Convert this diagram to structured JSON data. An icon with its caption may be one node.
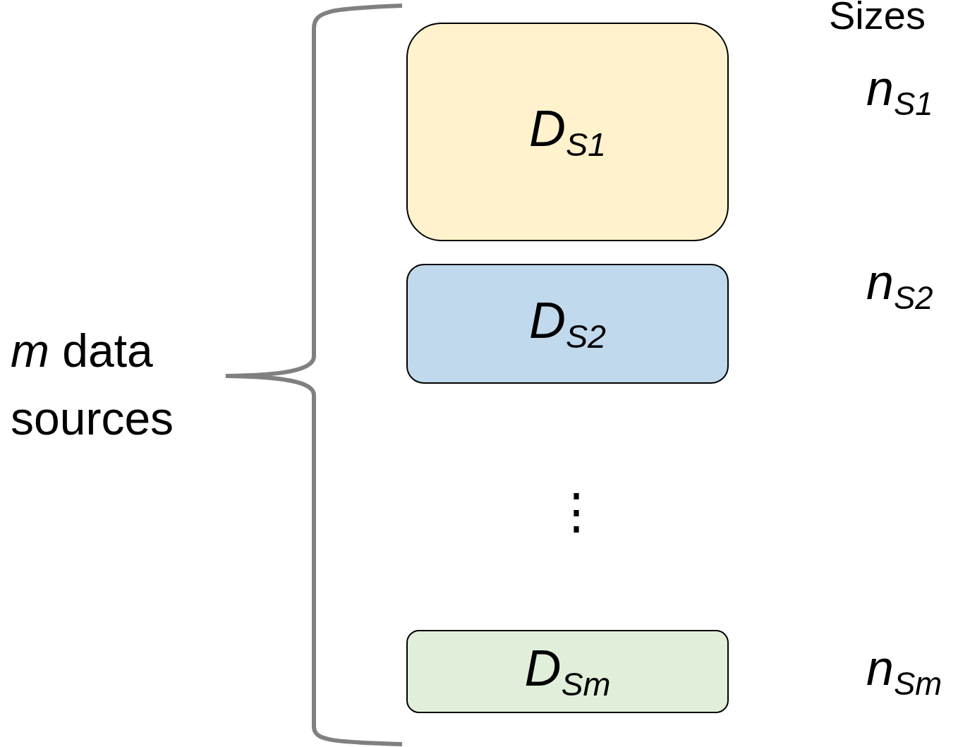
{
  "diagram": {
    "nodes": [
      {
        "text": [
          "D$_{S1}$"
        ]
      },
      {
        "text": [
          "D$_{S2}$"
        ]
      },
      {
        "text": [
          "D$_{Sm}$"
        ]
      }
    ],
    "labels": [
      "Sizes",
      "n$_{S1}$",
      "n$_{S2}$",
      "*m* data sources",
      "⋮",
      "n$_{Sm}$"
    ]
  }
}
